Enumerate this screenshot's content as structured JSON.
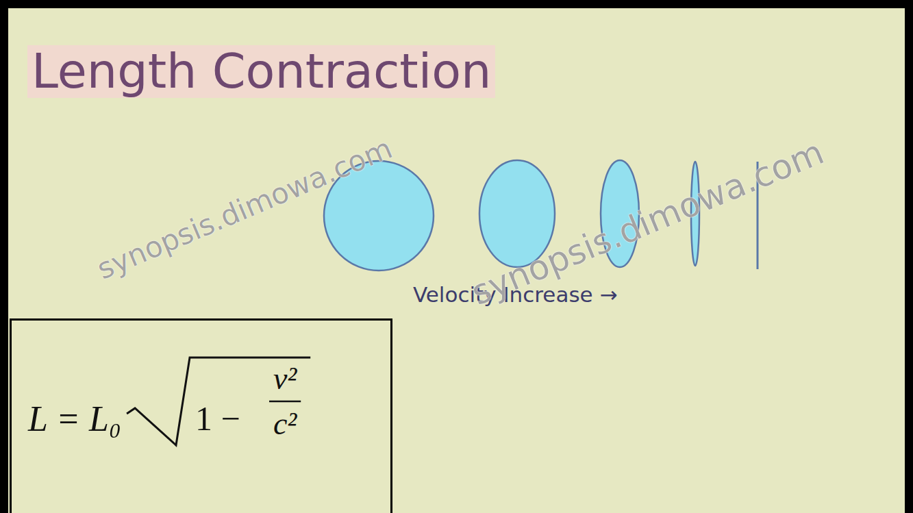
{
  "diagram": {
    "title": "Length Contraction",
    "nodes": [
      {
        "text": [
          "L = L₀",
          "1 −",
          "v²",
          "c²"
        ]
      }
    ],
    "labels": [
      "Velocity Increase →",
      "synopsis.dimowa.com",
      "synopsis.dimowa.com"
    ]
  }
}
